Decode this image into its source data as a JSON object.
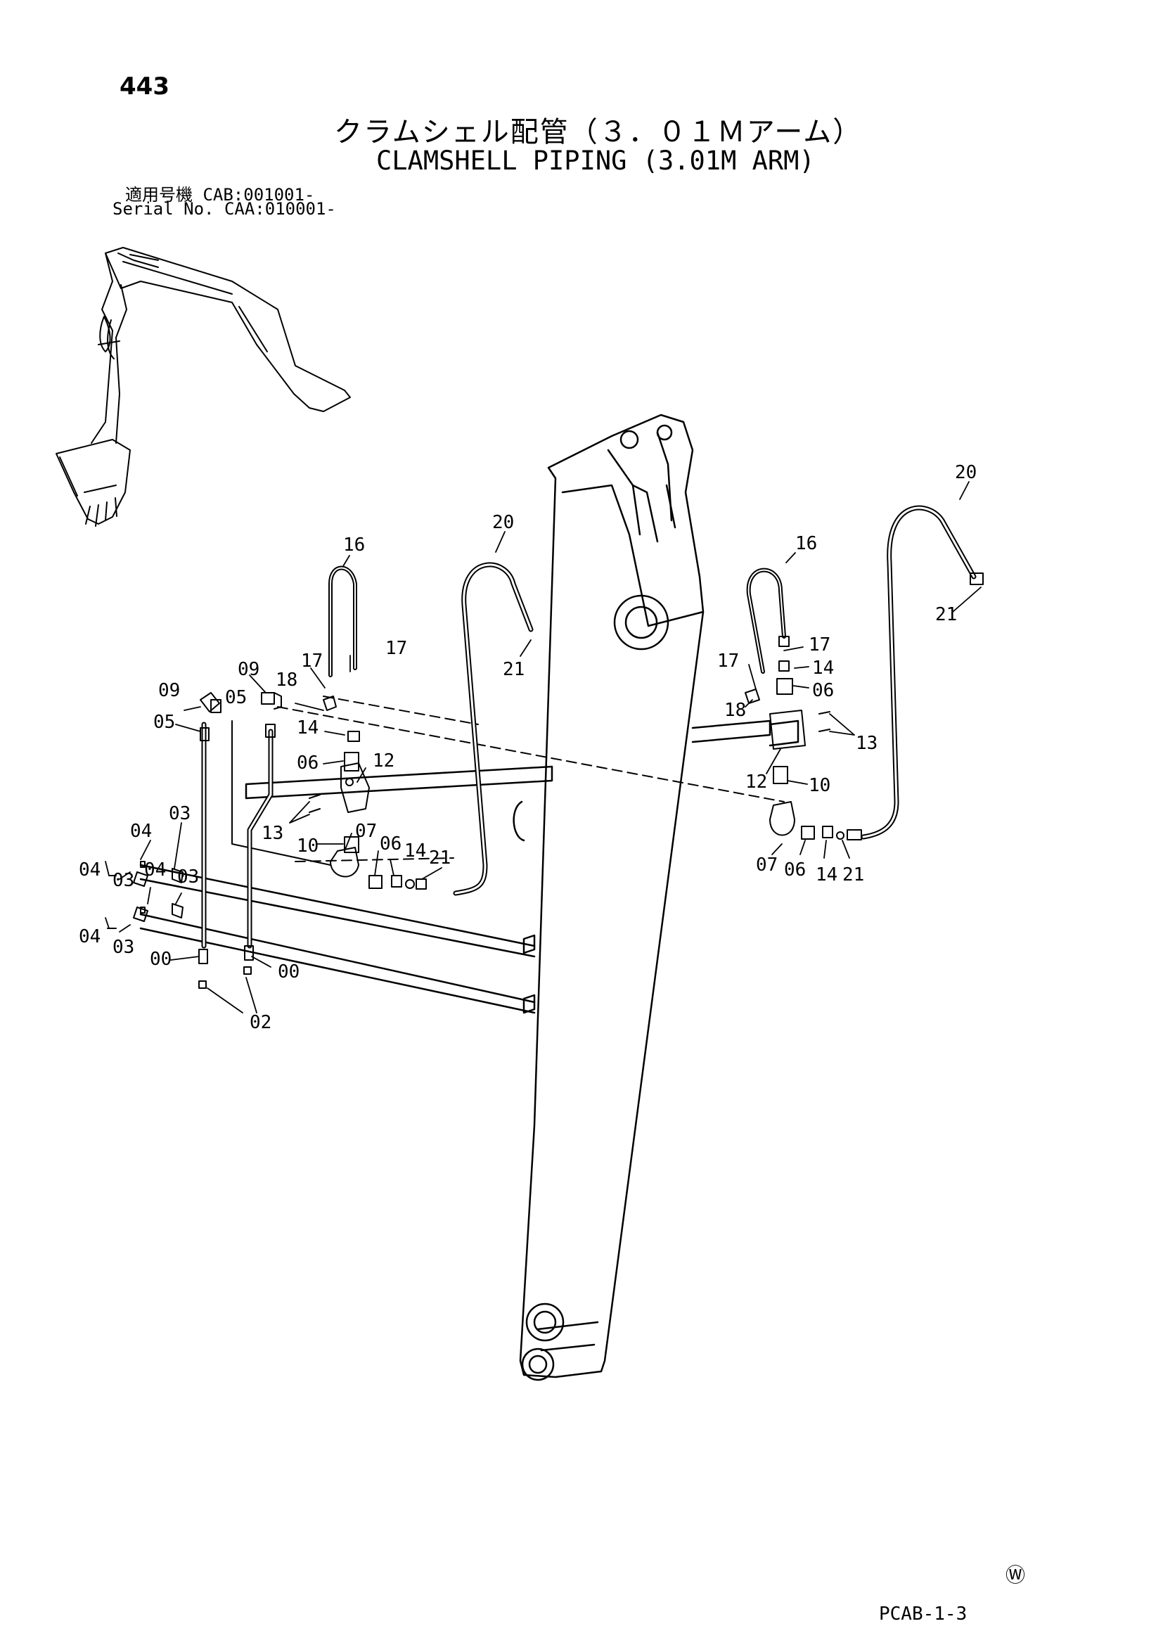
{
  "header": {
    "page_number": "443",
    "title_ja": "クラムシェル配管（３．０１Ｍアーム）",
    "title_en": "CLAMSHELL PIPING (3.01M ARM)",
    "serial_ja": "適用号機  CAB:001001-",
    "serial_en": "Serial No. CAA:010001-"
  },
  "footer": {
    "watermark": "Ⓦ",
    "code": "PCAB-1-3"
  },
  "callouts": {
    "c1": "16",
    "c2": "20",
    "c3": "21",
    "c4": "17",
    "c5": "09",
    "c6": "18",
    "c7": "17",
    "c8": "05",
    "c9": "09",
    "c10": "05",
    "c11": "14",
    "c12": "06",
    "c13": "12",
    "c14": "13",
    "c15": "10",
    "c16": "07",
    "c17": "06",
    "c18": "14",
    "c19": "21",
    "c20": "04",
    "c21": "03",
    "c22": "04",
    "c23": "03",
    "c24": "04",
    "c25": "03",
    "c26": "04",
    "c27": "03",
    "c28": "00",
    "c29": "00",
    "c30": "02",
    "c31": "16",
    "c32": "20",
    "c33": "21",
    "c34": "17",
    "c35": "17",
    "c36": "14",
    "c37": "06",
    "c38": "18",
    "c39": "13",
    "c40": "12",
    "c41": "10",
    "c42": "07",
    "c43": "06",
    "c44": "14",
    "c45": "21"
  }
}
